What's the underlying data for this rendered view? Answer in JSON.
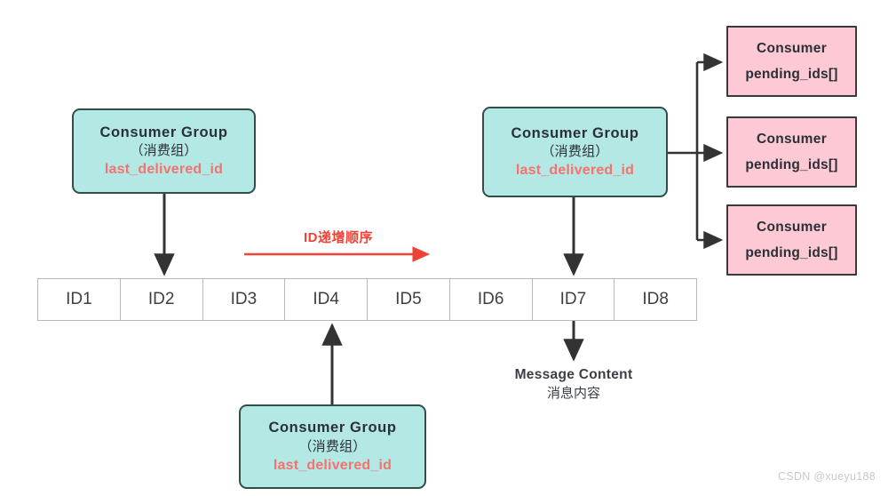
{
  "diagram": {
    "title": "Redis Stream Consumer Group Diagram",
    "colors": {
      "consumer_group_fill": "#b3e8e5",
      "consumer_group_border": "#2f4f4a",
      "consumer_fill": "#fcc9d4",
      "consumer_border": "#3a3a3a",
      "field_text": "#f4736f",
      "arrow": "#333333",
      "red_arrow": "#ef4136",
      "id_cell_border": "#b9b9b9"
    }
  },
  "consumer_groups": [
    {
      "id": "left",
      "title": "Consumer  Group",
      "subtitle": "（消费组）",
      "field": "last_delivered_id"
    },
    {
      "id": "right",
      "title": "Consumer  Group",
      "subtitle": "（消费组）",
      "field": "last_delivered_id"
    },
    {
      "id": "bottom",
      "title": "Consumer  Group",
      "subtitle": "（消费组）",
      "field": "last_delivered_id"
    }
  ],
  "consumers": [
    {
      "title": "Consumer",
      "field": "pending_ids[]"
    },
    {
      "title": "Consumer",
      "field": "pending_ids[]"
    },
    {
      "title": "Consumer",
      "field": "pending_ids[]"
    }
  ],
  "stream": {
    "cells": [
      "ID1",
      "ID2",
      "ID3",
      "ID4",
      "ID5",
      "ID6",
      "ID7",
      "ID8"
    ]
  },
  "annotations": {
    "order_label": "ID递增顺序",
    "message_content_en": "Message Content",
    "message_content_cn": "消息内容",
    "watermark": "CSDN @xueyu188"
  }
}
